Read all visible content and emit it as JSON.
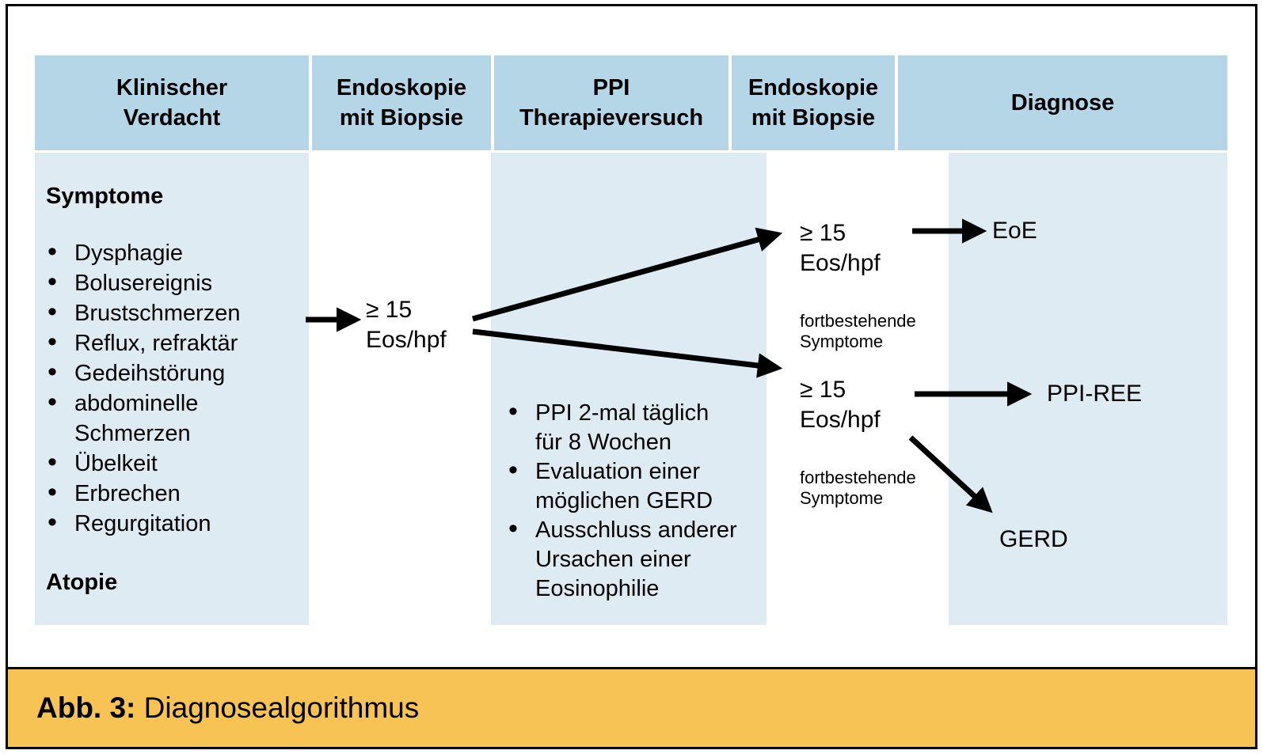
{
  "colors": {
    "header_blue": "#b5d6e7",
    "panel_blue": "#deebf3",
    "caption_orange": "#f7c355",
    "line_black": "#000000"
  },
  "header": {
    "clinical_suspicion": "Klinischer\nVerdacht",
    "endoscopy_biopsy_1": "Endoskopie\nmit Biopsie",
    "ppi_trial": "PPI\nTherapieversuch",
    "endoscopy_biopsy_2": "Endoskopie\nmit Biopsie",
    "diagnosis": "Diagnose"
  },
  "clinical_suspicion": {
    "symptoms_heading": "Symptome",
    "symptoms": [
      "Dysphagie",
      "Bolusereignis",
      "Brustschmerzen",
      "Reflux, refraktär",
      "Gedeihstörung",
      "abdominelle\nSchmerzen",
      "Übelkeit",
      "Erbrechen",
      "Regurgitation"
    ],
    "atopy_heading": "Atopie"
  },
  "first_endoscopy": {
    "result": "≥ 15\nEos/hpf"
  },
  "ppi_trial": {
    "items": [
      "PPI 2-mal täglich\nfür 8 Wochen",
      "Evaluation einer\nmöglichen GERD",
      "Ausschluss anderer\nUrsachen einer\nEosinophilie"
    ]
  },
  "second_endoscopy_top": {
    "result": "≥ 15\nEos/hpf",
    "note": "fortbestehende\nSymptome"
  },
  "second_endoscopy_bottom": {
    "result": "≥ 15\nEos/hpf",
    "note": "fortbestehende\nSymptome"
  },
  "diagnoses": {
    "eoe": "EoE",
    "ppi_ree": "PPI-REE",
    "gerd": "GERD"
  },
  "caption": {
    "label": "Abb. 3:",
    "text": "Diagnosealgorithmus"
  }
}
